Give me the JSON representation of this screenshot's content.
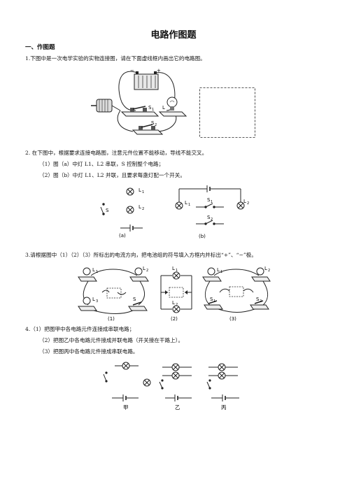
{
  "title": "电路作图题",
  "section": "一、作图题",
  "q1": {
    "text": "1.下图中是一次电学实验的实物连接图，请在下面虚线框内画出它的电路图。",
    "labels": {
      "minus": "−",
      "plus": "+",
      "s1": "S",
      "s1sub": "1",
      "l": "L",
      "s2": "S",
      "s2sub": "2"
    }
  },
  "q2": {
    "text": "2.      在下图中，根据要求连接电路图，注意元件位置不能移动，导线不能交叉。",
    "sub1": "（1）图（a）中灯 L1、L2 串联，S 控制整个电路；",
    "sub2": "（2）图（b）中灯 L1、L2 并联，且要求每盏灯配一个开关。",
    "labels": {
      "a_l1": "L",
      "a_l1sub": "1",
      "a_l2": "L",
      "a_l2sub": "2",
      "a_s": "S",
      "b_l1": "L",
      "b_l1sub": "1",
      "b_l2": "L",
      "b_l2sub": "2",
      "b_s1": "S",
      "b_s1sub": "1",
      "b_s2": "S",
      "b_s2sub": "2",
      "cap_a": "(a)",
      "cap_b": "(b)"
    }
  },
  "q3": {
    "text": "3.请根据图中（1）（2）（3）所标出的电流方向，把电池组的符号填入方框内并标出“+”、“−”极。",
    "labels": {
      "l1": "L",
      "l1sub": "1",
      "l2": "L",
      "l2sub": "2",
      "l3": "L",
      "l3sub": "3",
      "s": "S",
      "m_l1": "L",
      "m_l1sub": "1",
      "m_l2": "L",
      "m_l2sub": "2",
      "r_l1": "L",
      "r_l1sub": "1",
      "r_l2": "L",
      "r_l2sub": "2",
      "r_s1": "S",
      "r_s1sub": "1",
      "r_s2": "S",
      "r_s2sub": "2",
      "cap1": "(1)",
      "cap2": "(2)",
      "cap3": "(3)"
    }
  },
  "q4": {
    "line1": "4.（1）把图甲中各电路元件连接成串联电路；",
    "line2": "（2）把图乙中各电路元件接成并联电路（开关接在干路上）。",
    "line3": "（3）把图丙中各电路元件接成串联电路。",
    "captions": {
      "jia": "甲",
      "yi": "乙",
      "bing": "丙"
    }
  }
}
